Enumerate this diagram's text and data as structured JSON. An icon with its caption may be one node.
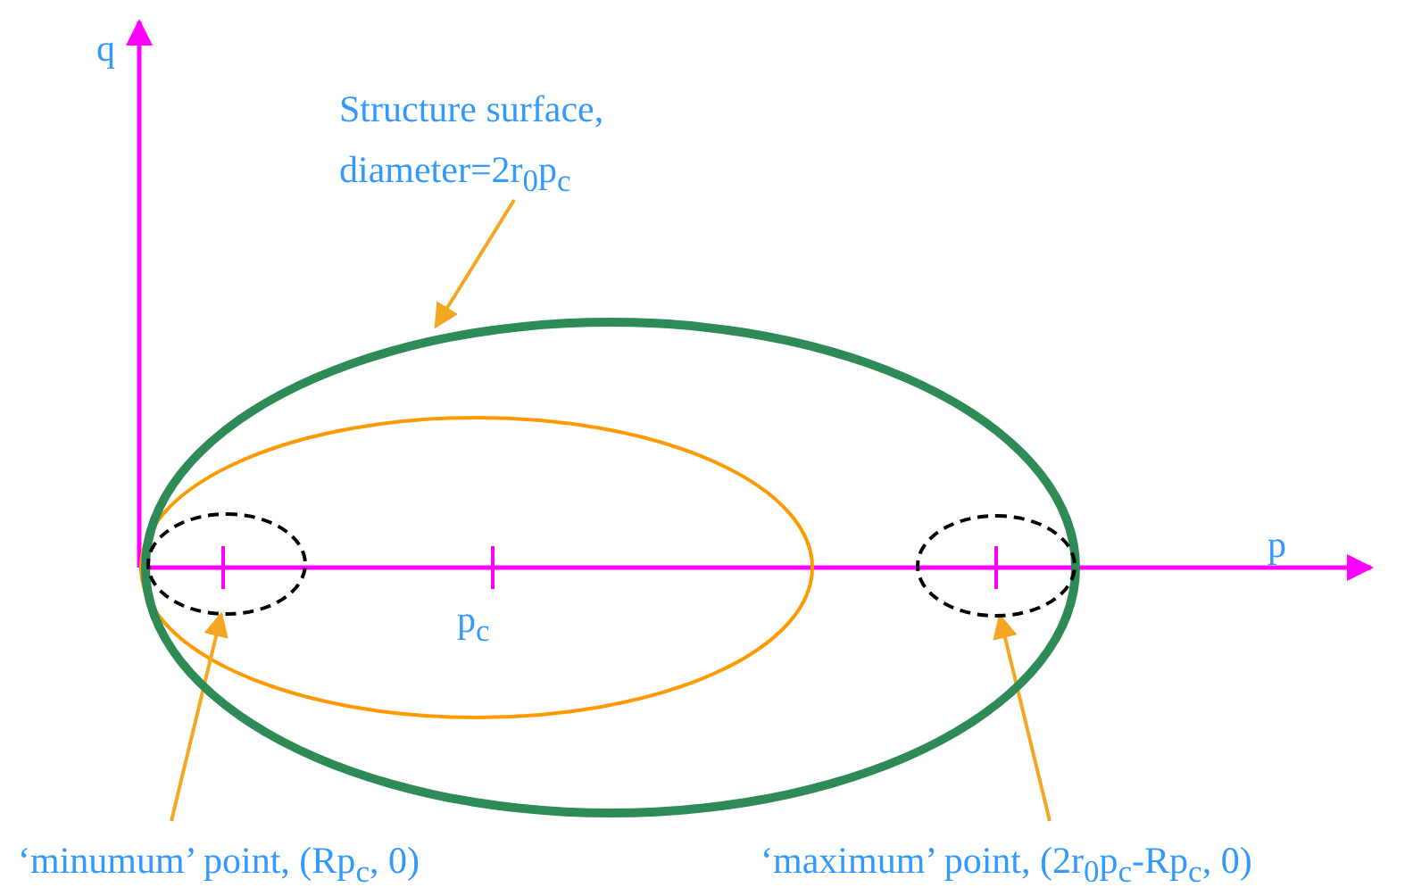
{
  "diagram": {
    "nodes": [
      {
        "text": [
          "Structure surface, diameter=2r$_{0}$p$_{c}$"
        ]
      },
      {
        "text": [],
        "shape": "ellipse"
      },
      {
        "text": [
          "‘minumum’ point, (Rp$_{c}$, 0)"
        ]
      },
      {
        "text": [],
        "shape": "ellipse",
        "in": 1
      },
      {
        "text": [
          "‘maximum’ point, (2r$_{0}$p$_{c}$-Rp$_{c}$, 0)"
        ]
      },
      {
        "text": [],
        "shape": "ellipse",
        "in": 1
      }
    ],
    "edges": [
      {
        "from": 0,
        "to": 1,
        "arrow": "to"
      },
      {
        "from": 2,
        "to": 3,
        "arrow": "to"
      },
      {
        "from": 4,
        "to": 5,
        "arrow": "to"
      }
    ],
    "labels": [
      "q",
      "p",
      "p$_{c}$"
    ]
  }
}
